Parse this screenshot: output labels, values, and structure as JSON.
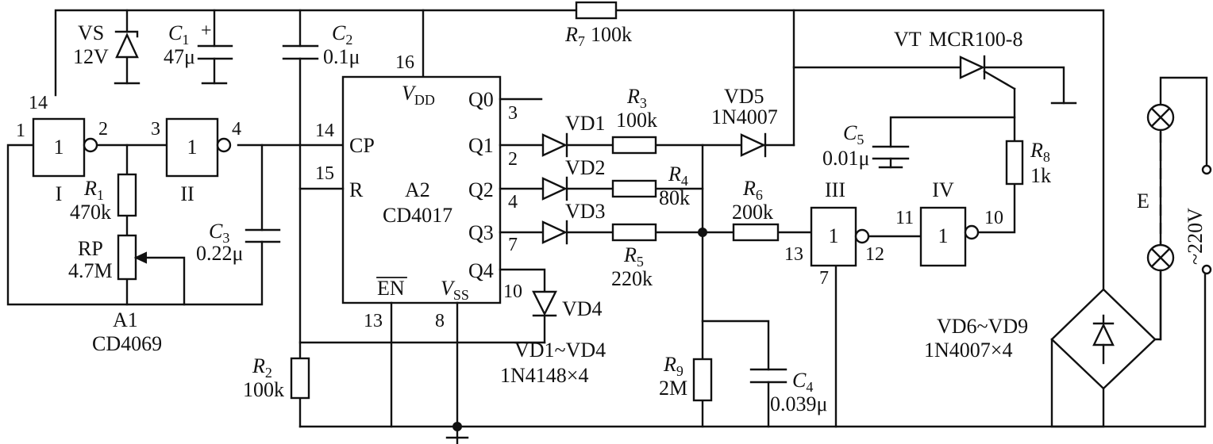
{
  "labels": {
    "vs_ref": "VS",
    "vs_val": "12V",
    "c1_ref": "C1",
    "c1_plus": "+",
    "c1_val": "47μ",
    "c2_ref": "C2",
    "c2_val": "0.1μ",
    "r7_ref": "R7",
    "r7_val": "100k",
    "vt_ref": "VT",
    "vt_val": "MCR100-8",
    "pin14_a1": "14",
    "pin1": "1",
    "pin2": "2",
    "pin3": "3",
    "pin4": "4",
    "gate_i_num": "1",
    "gate_ii_num": "1",
    "gate_i_name": "I",
    "gate_ii_name": "II",
    "r1_ref": "R1",
    "r1_val": "470k",
    "rp_ref": "RP",
    "rp_val": "4.7M",
    "c3_ref": "C3",
    "c3_val": "0.22μ",
    "a1_ref": "A1",
    "a1_val": "CD4069",
    "pin16": "16",
    "vdd": "VDD",
    "q0": "Q0",
    "q1": "Q1",
    "q2": "Q2",
    "q3": "Q3",
    "q4": "Q4",
    "pin3b": "3",
    "pin2b": "2",
    "pin4b": "4",
    "pin7b": "7",
    "pin10b": "10",
    "pin14cp": "14",
    "cp": "CP",
    "pin15": "15",
    "r_pin": "R",
    "a2_ref": "A2",
    "a2_val": "CD4017",
    "en": "EN",
    "vss": "VSS",
    "pin13en": "13",
    "pin8": "8",
    "vd1": "VD1",
    "vd2": "VD2",
    "vd3": "VD3",
    "vd4": "VD4",
    "r3_ref": "R3",
    "r3_val": "100k",
    "r4_ref": "R4",
    "r4_val": "80k",
    "r5_ref": "R5",
    "r5_val": "220k",
    "vd5_ref": "VD5",
    "vd5_val": "1N4007",
    "r6_ref": "R6",
    "r6_val": "200k",
    "c5_ref": "C5",
    "c5_val": "0.01μ",
    "gate_iii_name": "III",
    "gate_iv_name": "IV",
    "gate_iii_num": "1",
    "gate_iv_num": "1",
    "pin13g": "13",
    "pin12": "12",
    "pin11": "11",
    "pin10g": "10",
    "pin7g": "7",
    "r8_ref": "R8",
    "r8_val": "1k",
    "r2_ref": "R2",
    "r2_val": "100k",
    "r9_ref": "R9",
    "r9_val": "2M",
    "c4_ref": "C4",
    "c4_val": "0.039μ",
    "vd14_ref": "VD1~VD4",
    "vd14_val": "1N4148×4",
    "vd69_ref": "VD6~VD9",
    "vd69_val": "1N4007×4",
    "lamp_ref": "E",
    "mains": "~220V"
  }
}
